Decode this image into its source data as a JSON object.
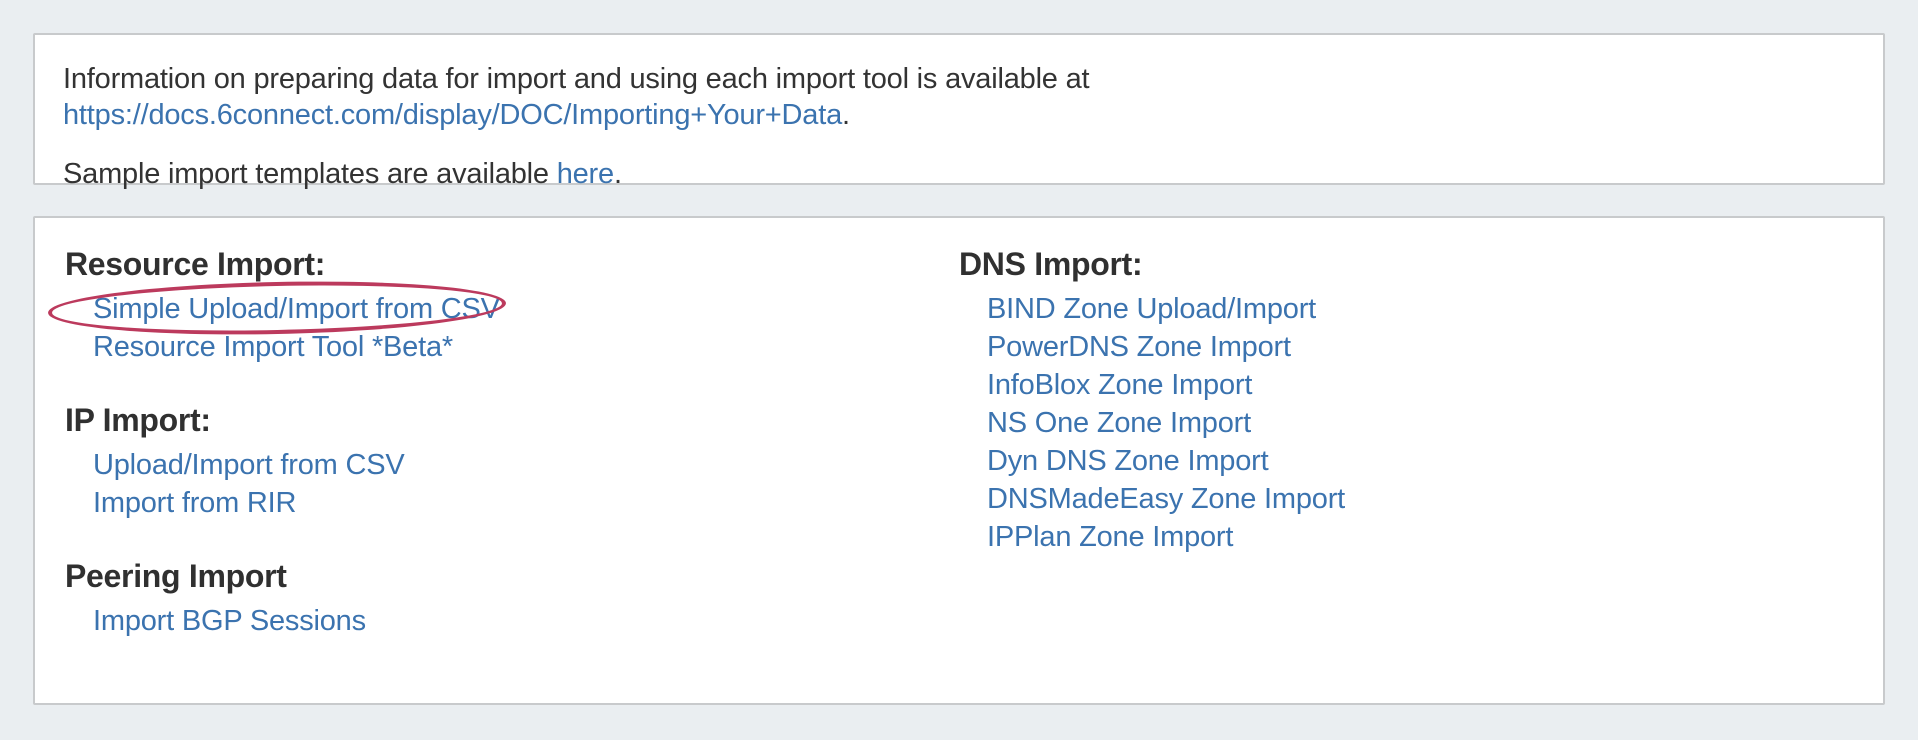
{
  "colors": {
    "page_background": "#eaeef1",
    "panel_background": "#ffffff",
    "panel_border": "#c8cacc",
    "body_text": "#333333",
    "heading_text": "#303030",
    "link": "#3b73af",
    "annotation": "#bc3a5d"
  },
  "info_panel": {
    "line1": {
      "prefix": "Information on preparing data for import and using each import tool is available at ",
      "link": "https://docs.6connect.com/display/DOC/Importing+Your+Data",
      "suffix": "."
    },
    "line2": {
      "prefix": "Sample import templates are available ",
      "link": "here",
      "suffix": "."
    }
  },
  "import_panel": {
    "resource_section": {
      "heading": "Resource Import:",
      "links": [
        "Simple Upload/Import from CSV",
        "Resource Import Tool *Beta*"
      ]
    },
    "ip_section": {
      "heading": "IP Import:",
      "links": [
        "Upload/Import from CSV",
        "Import from RIR"
      ]
    },
    "peering_section": {
      "heading": "Peering Import",
      "links": [
        "Import BGP Sessions"
      ]
    },
    "dns_section": {
      "heading": "DNS Import:",
      "links": [
        "BIND Zone Upload/Import",
        "PowerDNS Zone Import",
        "InfoBlox Zone Import",
        "NS One Zone Import",
        "Dyn DNS Zone Import",
        "DNSMadeEasy Zone Import",
        "IPPlan Zone Import"
      ]
    }
  },
  "annotation": {
    "shape": "ellipse",
    "color": "#bc3a5d",
    "target_link": "Simple Upload/Import from CSV"
  }
}
